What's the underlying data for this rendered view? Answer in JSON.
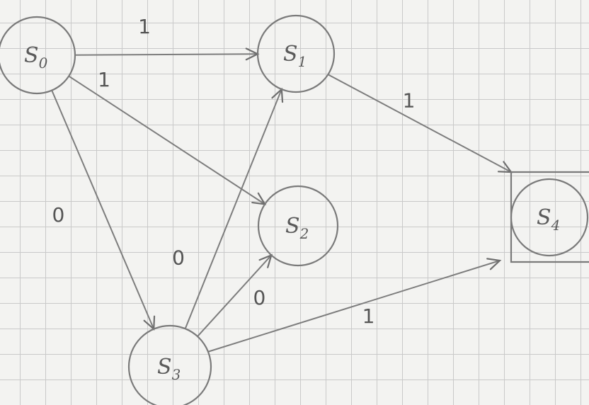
{
  "nodes": [
    {
      "id": "s0",
      "letter": "S",
      "sub": "0",
      "accepting": false
    },
    {
      "id": "s1",
      "letter": "S",
      "sub": "1",
      "accepting": false
    },
    {
      "id": "s2",
      "letter": "S",
      "sub": "2",
      "accepting": false
    },
    {
      "id": "s3",
      "letter": "S",
      "sub": "3",
      "accepting": false
    },
    {
      "id": "s4",
      "letter": "S",
      "sub": "4",
      "accepting": true
    }
  ],
  "edges": [
    {
      "from": "s0",
      "to": "s1",
      "label": "1"
    },
    {
      "from": "s0",
      "to": "s2",
      "label": "1"
    },
    {
      "from": "s0",
      "to": "s3",
      "label": "0"
    },
    {
      "from": "s3",
      "to": "s1",
      "label": "0"
    },
    {
      "from": "s3",
      "to": "s2",
      "label": "0"
    },
    {
      "from": "s1",
      "to": "s4",
      "label": "1"
    },
    {
      "from": "s3",
      "to": "s4",
      "label": "1"
    }
  ]
}
